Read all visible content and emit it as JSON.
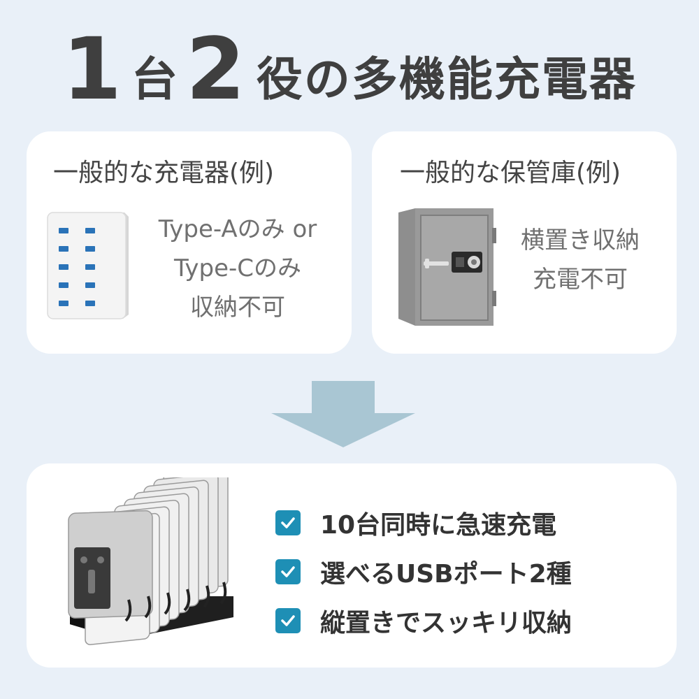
{
  "headline": {
    "num1": "1",
    "unit": "台",
    "num2": "2",
    "rest": "役の多機能充電器"
  },
  "cards": {
    "charger": {
      "title": "一般的な充電器(例)",
      "lines": [
        "Type-Aのみ or",
        "Type-Cのみ",
        "収納不可"
      ],
      "icon": "usb-charger-icon"
    },
    "storage": {
      "title": "一般的な保管庫(例)",
      "lines": [
        "横置き収納",
        "充電不可"
      ],
      "icon": "safe-icon"
    }
  },
  "features": [
    "10台同時に急速充電",
    "選べるUSBポート2種",
    "縦置きでスッキリ収納"
  ],
  "colors": {
    "background": "#e9f0f8",
    "card": "#ffffff",
    "arrow": "#a9c6d3",
    "check": "#1e8fb5",
    "usb_port": "#2a73b8"
  }
}
